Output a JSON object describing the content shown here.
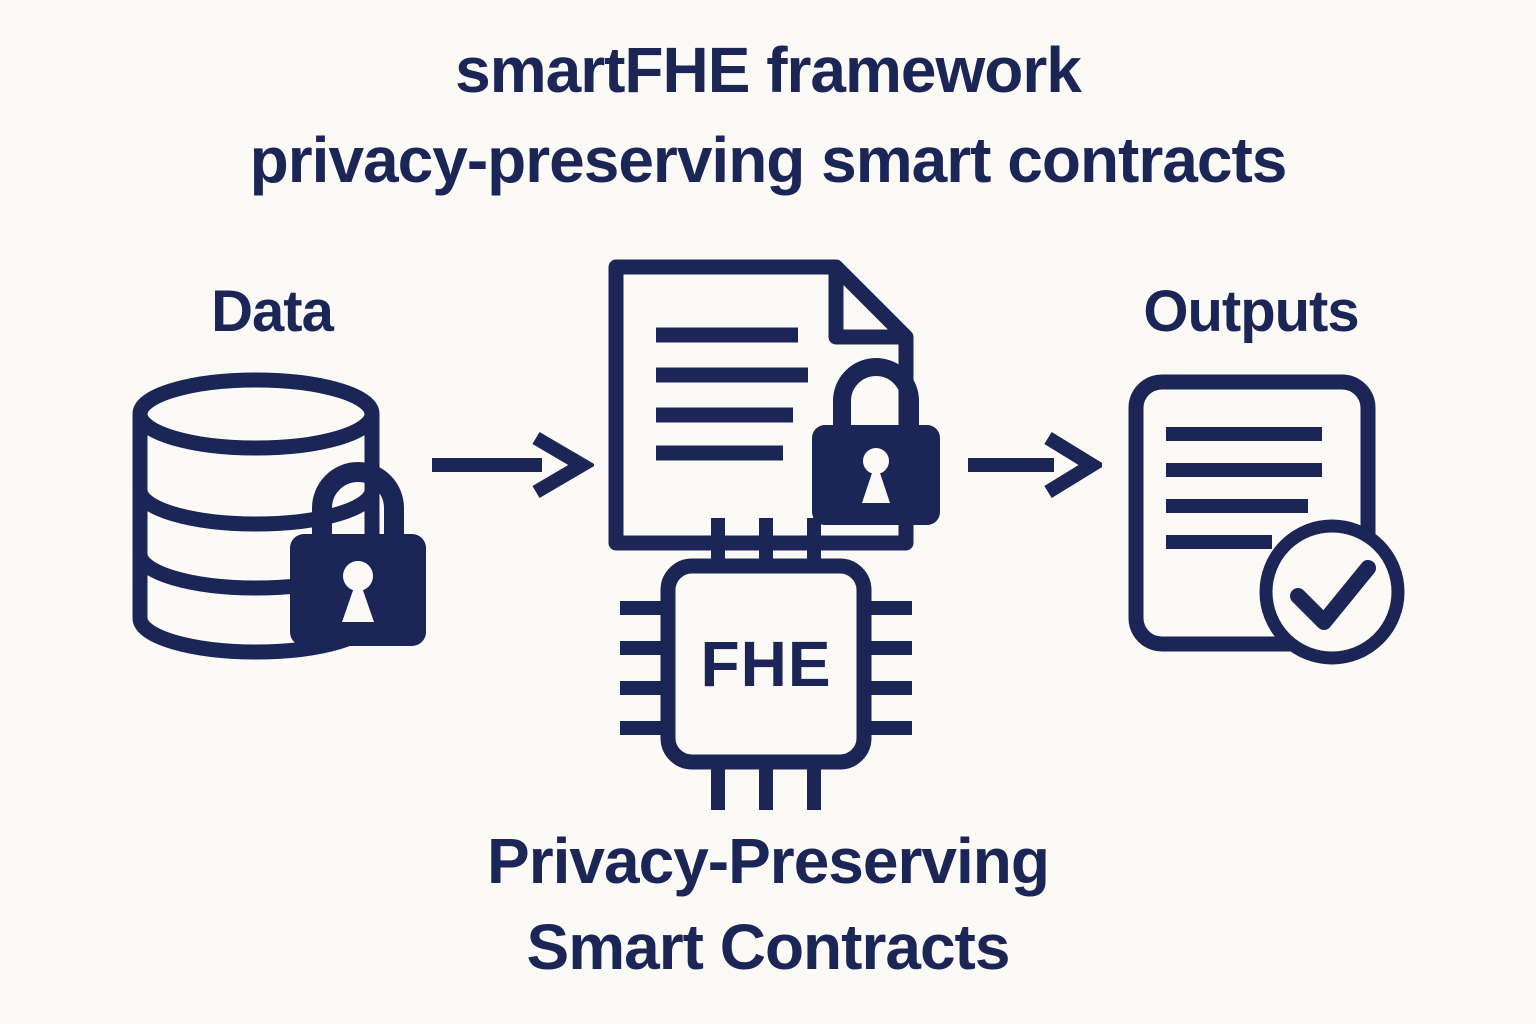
{
  "colors": {
    "ink": "#1b2556",
    "background": "#fbfaf7"
  },
  "header": {
    "title_line1": "smartFHE framework",
    "title_line2": "privacy-preserving smart contracts"
  },
  "flow": {
    "data": {
      "label": "Data",
      "icons": [
        "database-icon",
        "padlock-icon"
      ]
    },
    "contract": {
      "chip_label": "FHE",
      "icons": [
        "document-icon",
        "padlock-icon",
        "chip-icon"
      ]
    },
    "outputs": {
      "label": "Outputs",
      "icons": [
        "document-icon",
        "checkmark-icon"
      ]
    },
    "arrows": [
      "arrow-right-icon",
      "arrow-right-icon"
    ]
  },
  "caption": {
    "line1": "Privacy-Preserving",
    "line2": "Smart Contracts"
  }
}
